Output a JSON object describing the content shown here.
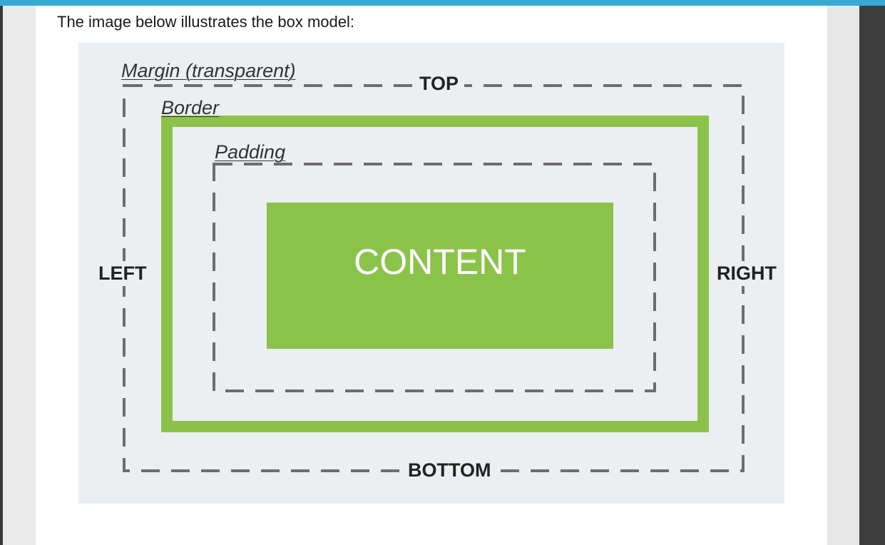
{
  "intro_text": "The image below illustrates the box model:",
  "diagram": {
    "labels": {
      "margin": "Margin (transparent)",
      "border": "Border",
      "padding": "Padding",
      "top": "TOP",
      "left": "LEFT",
      "right": "RIGHT",
      "bottom": "BOTTOM",
      "content": "CONTENT"
    },
    "colors": {
      "accent_bar": "#3aa8d4",
      "figure_bg": "#eceff1",
      "border_green": "#8bc34a",
      "content_green": "#8bc34a",
      "dashed_line": "#6d6d6d",
      "label_text": "#333333"
    }
  }
}
